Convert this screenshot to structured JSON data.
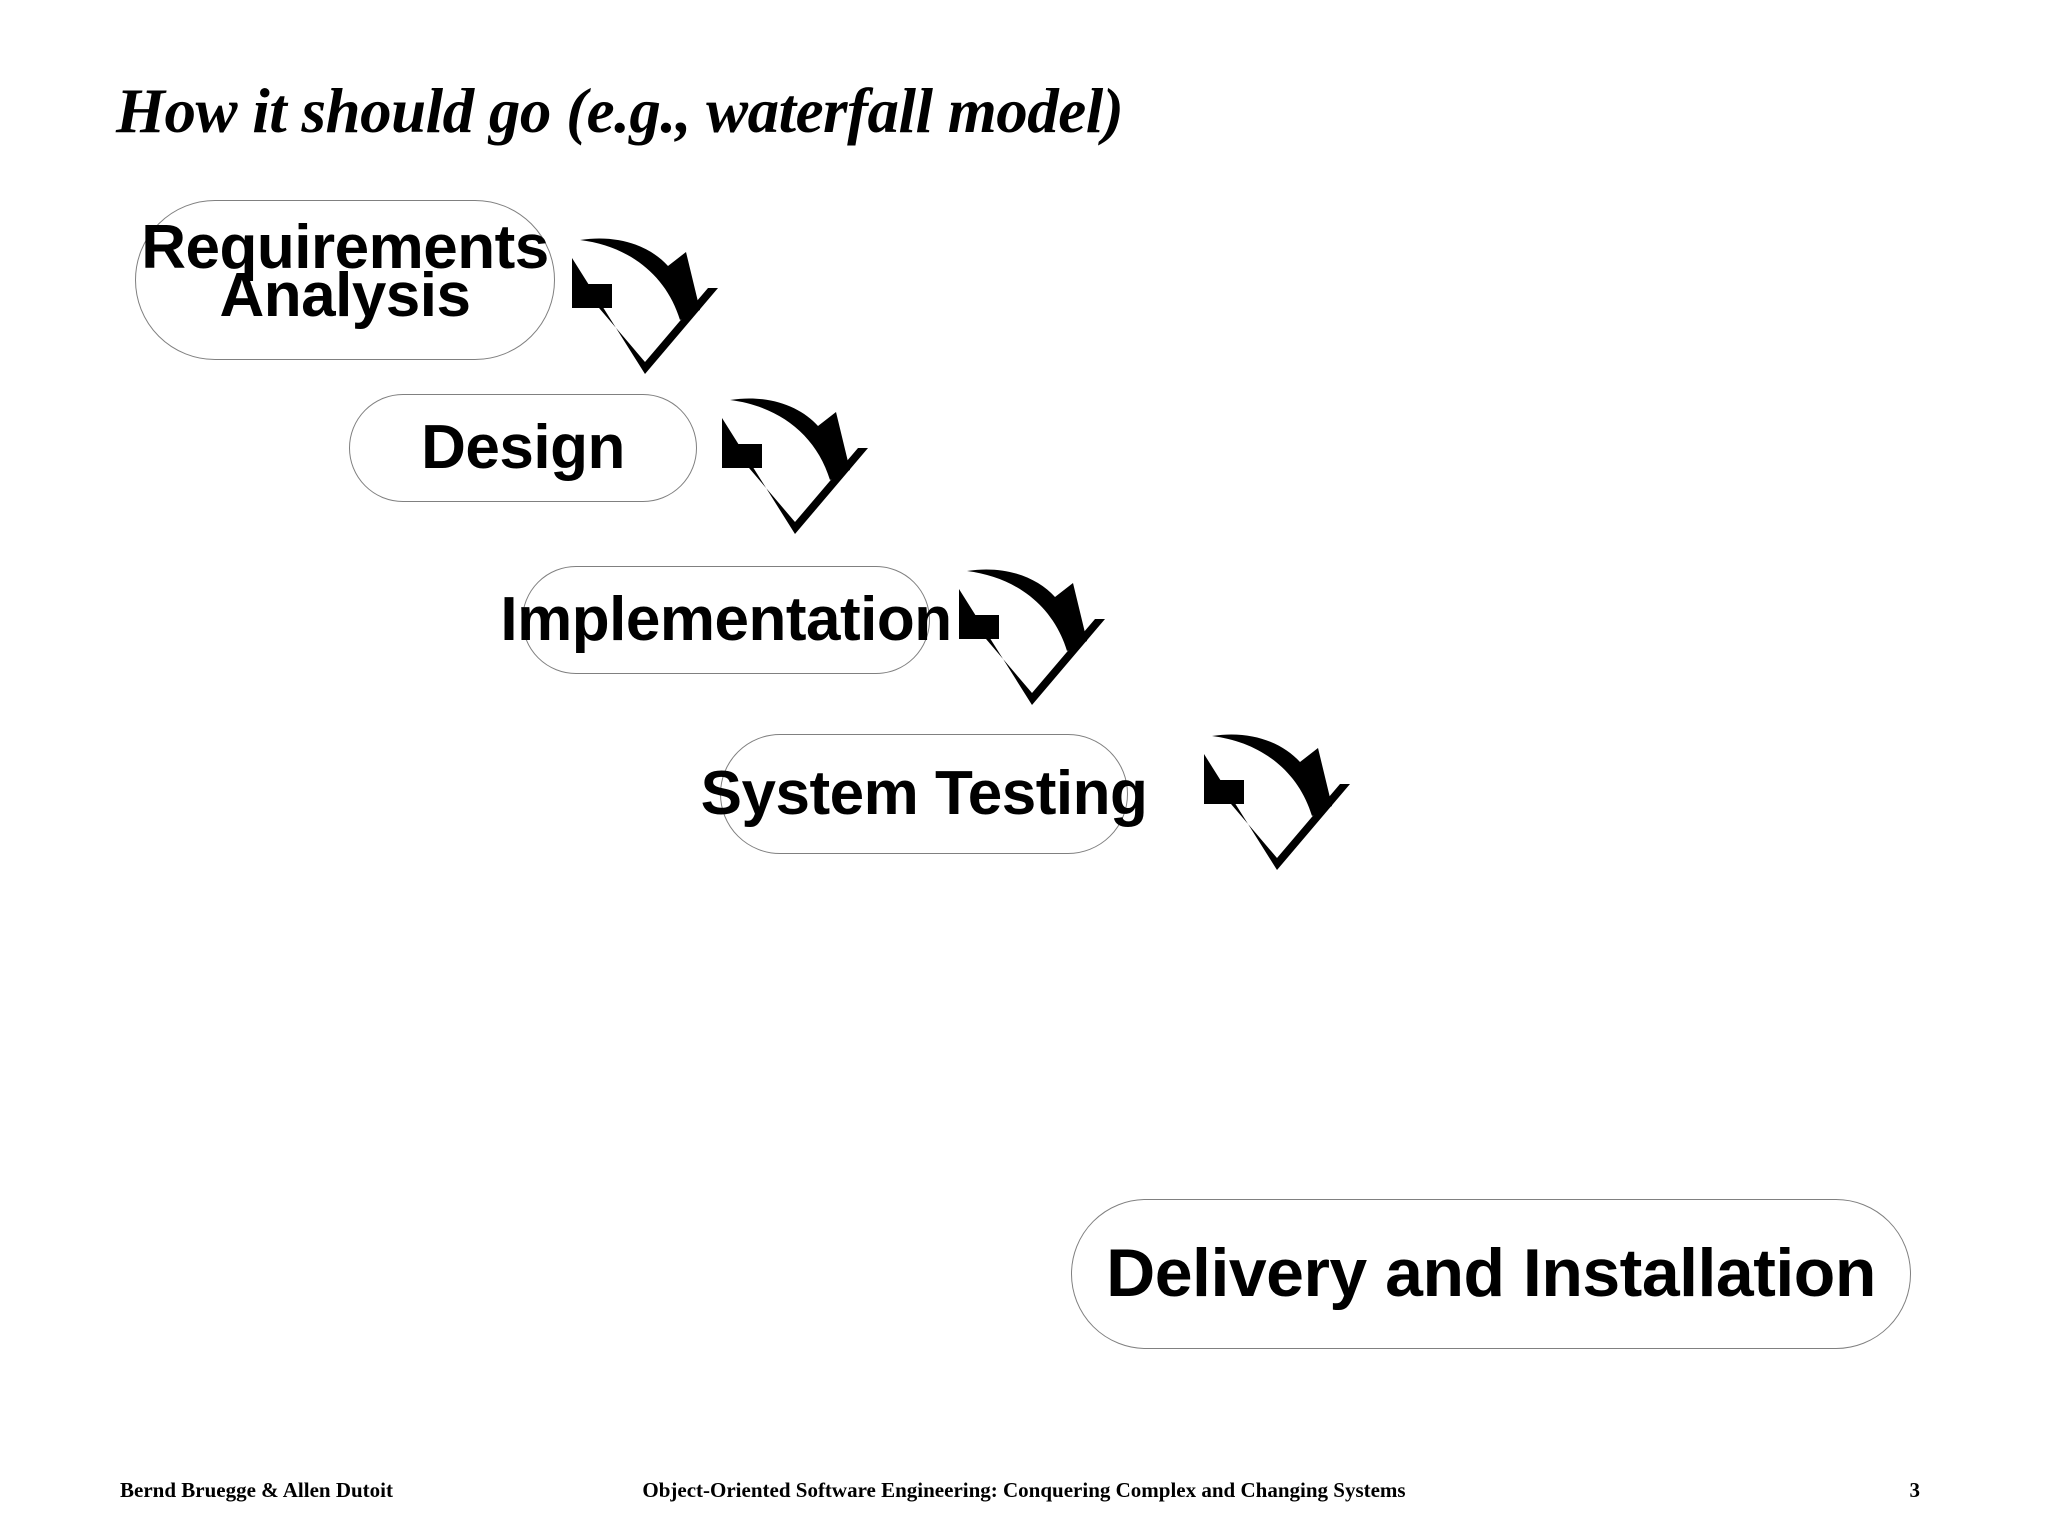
{
  "slide": {
    "title": "How it should go (e.g., waterfall model)",
    "background_color": "#ffffff",
    "text_color": "#000000",
    "pill_border_color": "#808080",
    "arrow_color": "#000000"
  },
  "stages": [
    {
      "label": "Requirements\nAnalysis",
      "name": "requirements-analysis"
    },
    {
      "label": "Design",
      "name": "design"
    },
    {
      "label": "Implementation",
      "name": "implementation"
    },
    {
      "label": "System Testing",
      "name": "system-testing"
    },
    {
      "label": "Delivery and Installation",
      "name": "delivery-and-installation"
    }
  ],
  "arrows": [
    {
      "from": "Requirements Analysis",
      "to": "Design"
    },
    {
      "from": "Design",
      "to": "Implementation"
    },
    {
      "from": "Implementation",
      "to": "System Testing"
    },
    {
      "from": "System Testing",
      "to": "Delivery and Installation"
    }
  ],
  "footer": {
    "left": "Bernd Bruegge & Allen Dutoit",
    "center": "Object-Oriented Software Engineering: Conquering Complex and Changing Systems",
    "page_number": "3"
  }
}
